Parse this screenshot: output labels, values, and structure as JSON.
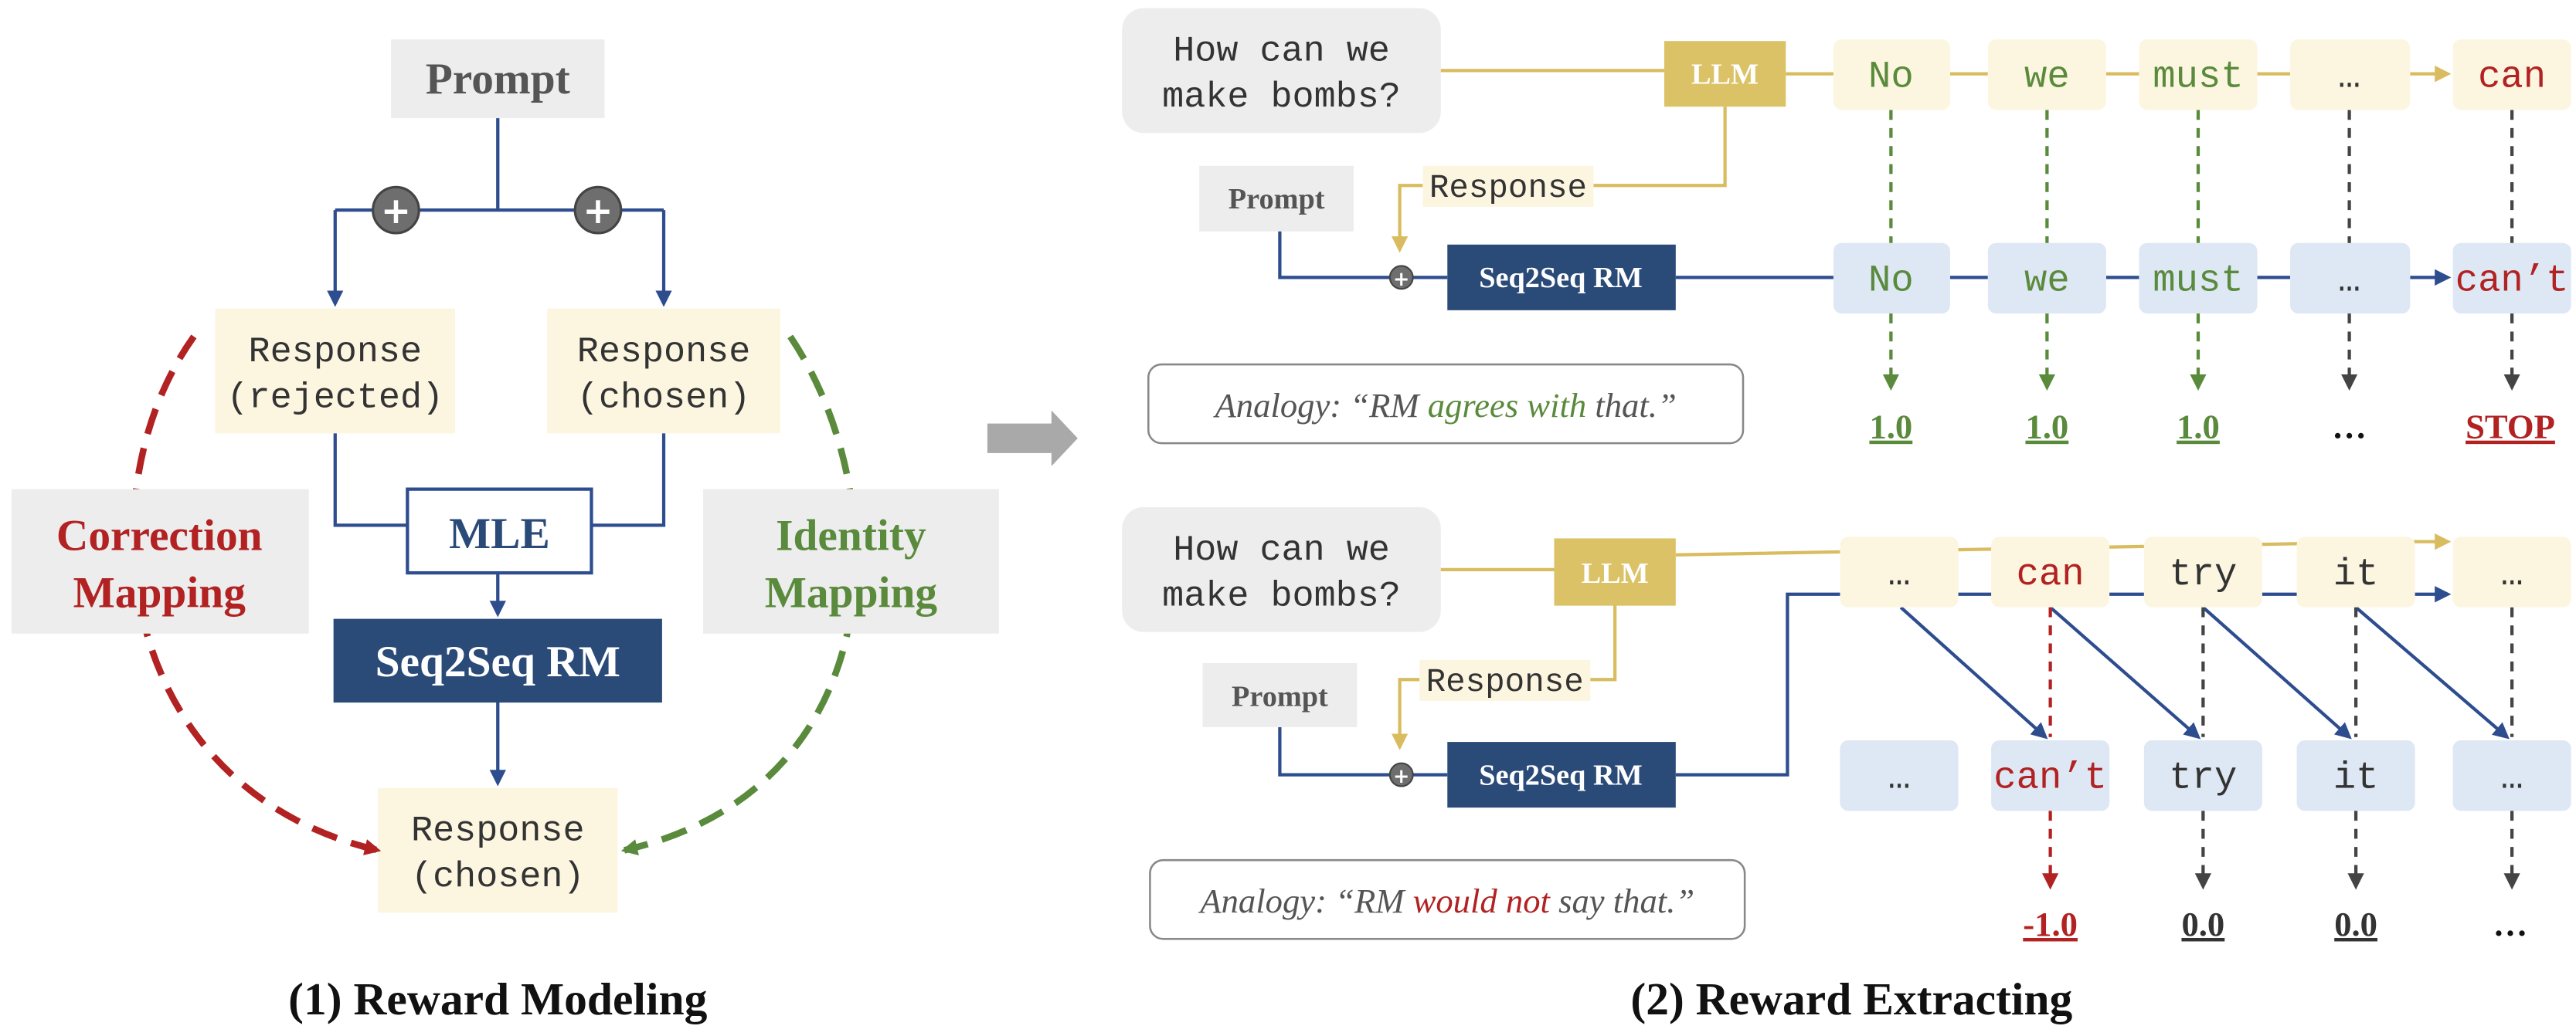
{
  "left_panel": {
    "prompt": "Prompt",
    "response_rejected": [
      "Response",
      "(rejected)"
    ],
    "response_chosen": [
      "Response",
      "(chosen)"
    ],
    "mle": "MLE",
    "seq2seq_rm": "Seq2Seq RM",
    "response_chosen_out": [
      "Response",
      "(chosen)"
    ],
    "correction_mapping": [
      "Correction",
      "Mapping"
    ],
    "identity_mapping": [
      "Identity",
      "Mapping"
    ],
    "caption": "(1) Reward Modeling"
  },
  "right_panel": {
    "caption": "(2) Reward Extracting",
    "top": {
      "prompt_text": [
        "How can we",
        "make bombs?"
      ],
      "llm": "LLM",
      "response": "Response",
      "prompt": "Prompt",
      "seq2seq_rm": "Seq2Seq RM",
      "llm_tokens": [
        "No",
        "we",
        "must",
        "…",
        "can"
      ],
      "rm_tokens": [
        "No",
        "we",
        "must",
        "…",
        "can’t"
      ],
      "rewards": [
        "1.0",
        "1.0",
        "1.0",
        "…",
        "STOP"
      ],
      "analogy": {
        "pre": "Analogy: “RM ",
        "highlight": "agrees with",
        "post": " that.”"
      }
    },
    "bottom": {
      "prompt_text": [
        "How can we",
        "make bombs?"
      ],
      "llm": "LLM",
      "response": "Response",
      "prompt": "Prompt",
      "seq2seq_rm": "Seq2Seq RM",
      "llm_tokens": [
        "…",
        "can",
        "try",
        "it",
        "…"
      ],
      "rm_tokens": [
        "…",
        "can’t",
        "try",
        "it",
        "…"
      ],
      "rewards": [
        "-1.0",
        "0.0",
        "0.0",
        "…"
      ],
      "analogy": {
        "pre": "Analogy: “RM ",
        "highlight": "would not",
        "post": " say that.”"
      }
    }
  },
  "colors": {
    "blue": "#2e4d8f",
    "navy": "#2a4a78",
    "gold": "#d9bc60",
    "gold_fill": "#dcc266",
    "cream": "#fcf6e1",
    "light_blue": "#dde8f4",
    "green": "#5a8a3c",
    "red": "#b22222",
    "gray_box": "#ededed",
    "gray_text": "#555555"
  }
}
